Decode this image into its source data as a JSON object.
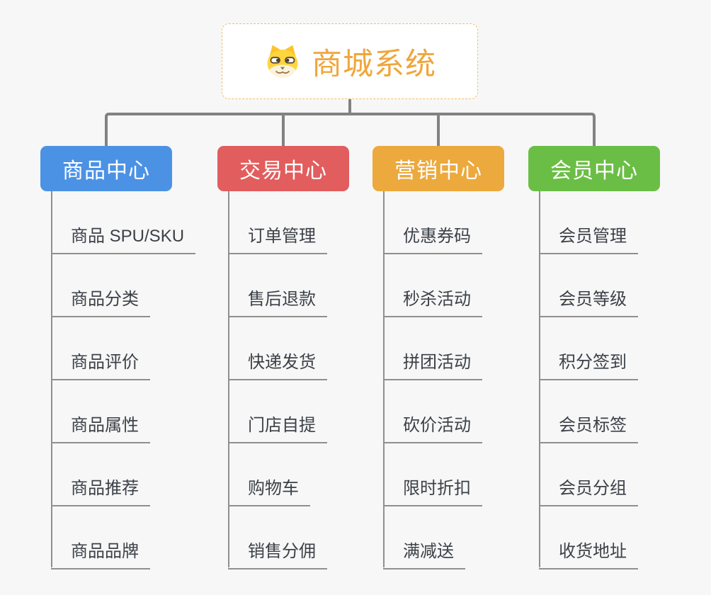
{
  "root": {
    "title": "商城系统",
    "icon": "dog-icon"
  },
  "branches": [
    {
      "id": "product",
      "label": "商品中心",
      "color": "#4B92E5",
      "children": [
        "商品 SPU/SKU",
        "商品分类",
        "商品评价",
        "商品属性",
        "商品推荐",
        "商品品牌"
      ]
    },
    {
      "id": "trade",
      "label": "交易中心",
      "color": "#E25D5D",
      "children": [
        "订单管理",
        "售后退款",
        "快递发货",
        "门店自提",
        "购物车",
        "销售分佣"
      ]
    },
    {
      "id": "marketing",
      "label": "营销中心",
      "color": "#ECA93D",
      "children": [
        "优惠券码",
        "秒杀活动",
        "拼团活动",
        "砍价活动",
        "限时折扣",
        "满减送"
      ]
    },
    {
      "id": "member",
      "label": "会员中心",
      "color": "#6BBE45",
      "children": [
        "会员管理",
        "会员等级",
        "积分签到",
        "会员标签",
        "会员分组",
        "收货地址"
      ]
    }
  ],
  "palette": {
    "root_accent": "#F0A63B",
    "root_border": "#F0BE6B",
    "connector": "#828282",
    "leaf_line": "#8F8F8F",
    "leaf_text": "#3C4148",
    "background": "#F7F7F7"
  }
}
